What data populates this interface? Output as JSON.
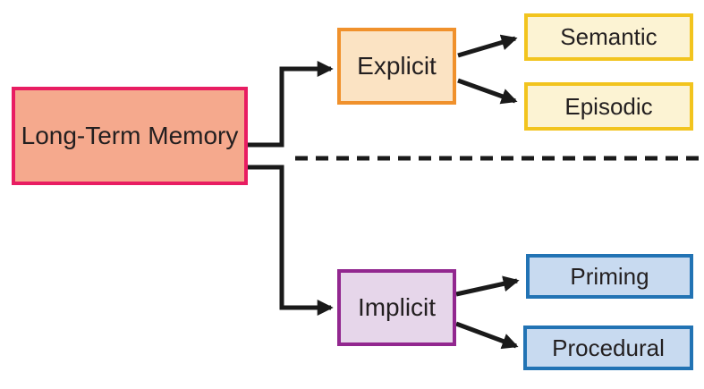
{
  "diagram": {
    "type": "taxonomy-flowchart",
    "nodes": {
      "root": {
        "label": "Long-Term Memory",
        "fill": "#F5A98D",
        "border": "#E81D62"
      },
      "explicit": {
        "label": "Explicit",
        "fill": "#FBE3C3",
        "border": "#F0912C"
      },
      "semantic": {
        "label": "Semantic",
        "fill": "#FCF3D3",
        "border": "#F2C41E"
      },
      "episodic": {
        "label": "Episodic",
        "fill": "#FCF3D3",
        "border": "#F2C41E"
      },
      "implicit": {
        "label": "Implicit",
        "fill": "#E6D6EA",
        "border": "#92278F"
      },
      "priming": {
        "label": "Priming",
        "fill": "#C8DAF0",
        "border": "#2273B4"
      },
      "procedural": {
        "label": "Procedural",
        "fill": "#C8DAF0",
        "border": "#2273B4"
      }
    },
    "edges": [
      {
        "from": "root",
        "to": "explicit"
      },
      {
        "from": "root",
        "to": "implicit"
      },
      {
        "from": "explicit",
        "to": "semantic"
      },
      {
        "from": "explicit",
        "to": "episodic"
      },
      {
        "from": "implicit",
        "to": "priming"
      },
      {
        "from": "implicit",
        "to": "procedural"
      }
    ],
    "divider": {
      "style": "dashed",
      "separates": [
        "Explicit",
        "Implicit"
      ]
    },
    "line_color": "#1A1A1A",
    "text_color": "#231F20"
  }
}
